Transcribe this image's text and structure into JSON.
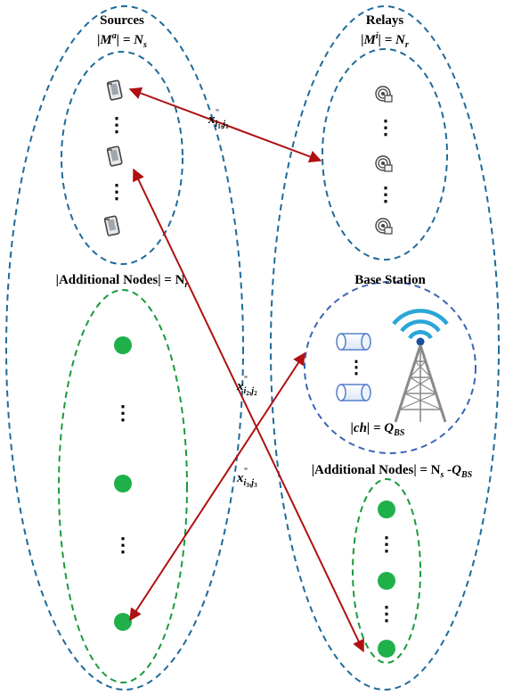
{
  "diagram": {
    "sources": {
      "title": "Sources",
      "count_label_prefix": "|M",
      "count_label_sup": "a",
      "count_label_suffix": "| = N",
      "count_label_sub": "s"
    },
    "relays": {
      "title": "Relays",
      "count_label_prefix": "|M",
      "count_label_sup": "i",
      "count_label_suffix": "| = N",
      "count_label_sub": "r"
    },
    "left_additional": {
      "label_prefix": "|Additional Nodes| = N",
      "label_sub": "r"
    },
    "base_station": {
      "title": "Base Station",
      "channel_label_prefix": "|ch| = Q",
      "channel_label_sub": "BS"
    },
    "right_additional": {
      "label_prefix": "|Additional Nodes| = N",
      "label_sub": "s",
      "label_minus": " -Q",
      "label_minus_sub": "BS"
    },
    "links": [
      {
        "var": "x",
        "prime": "\"",
        "sub_a": "i",
        "sub_a_idx": "1",
        "sub_sep": ",",
        "sub_b": "j",
        "sub_b_idx": "1"
      },
      {
        "var": "x",
        "prime": "\"",
        "sub_a": "i",
        "sub_a_idx": "2",
        "sub_sep": ",",
        "sub_b": "j",
        "sub_b_idx": "2"
      },
      {
        "var": "x",
        "prime": "\"",
        "sub_a": "i",
        "sub_a_idx": "3",
        "sub_sep": ",",
        "sub_b": "j",
        "sub_b_idx": "3"
      }
    ],
    "vertical_ellipsis": "⋮",
    "colors": {
      "outer_group": "#1f6b9a",
      "inner_group": "#1f6b9a",
      "node_group": "#1a9a3c",
      "base_station_group": "#3b66b5",
      "node_fill": "#1fb04a",
      "link_arrow": "#b01010",
      "channel_stroke": "#4a78c8",
      "tower": "#8a8a8a",
      "signal_wave": "#2aa6d8"
    },
    "icons": [
      "phone-icon",
      "relay-icon",
      "channel-icon",
      "tower-icon"
    ]
  }
}
